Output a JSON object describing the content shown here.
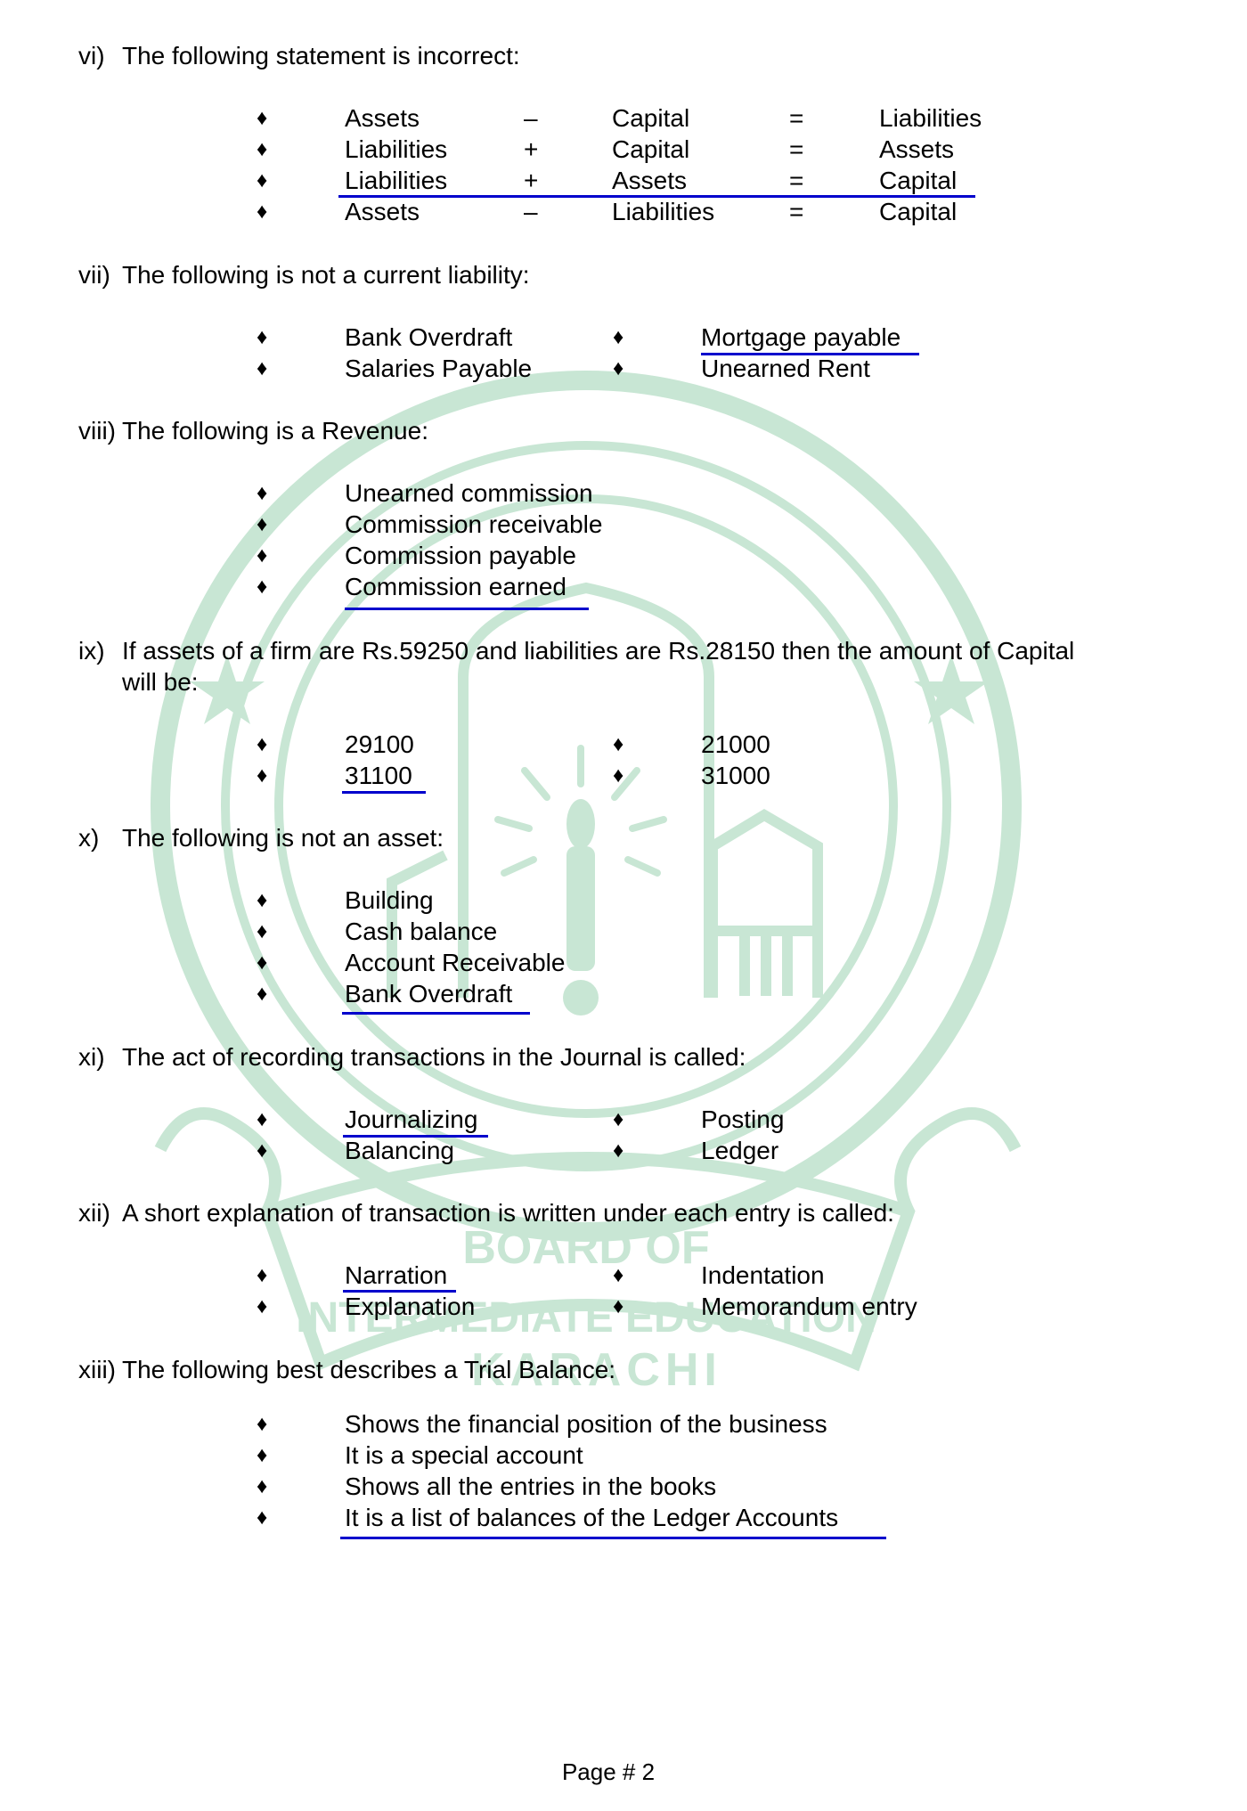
{
  "watermark": {
    "color": "#c8e6d4",
    "line1": "BOARD OF",
    "line2": "INTERMEDIATE EDUCATION",
    "line3": "KARACHI"
  },
  "answer_underline_color": "#0000cc",
  "bullet_glyph": "♦",
  "questions": [
    {
      "number": "vi)",
      "text": "The following statement is incorrect:",
      "options": [
        {
          "a": "Assets",
          "op": "–",
          "b": "Capital",
          "eq": "=",
          "c": "Liabilities"
        },
        {
          "a": "Liabilities",
          "op": "+",
          "b": "Capital",
          "eq": "=",
          "c": "Assets"
        },
        {
          "a": "Liabilities",
          "op": "+",
          "b": "Assets",
          "eq": "=",
          "c": "Capital",
          "answer": true
        },
        {
          "a": "Assets",
          "op": "–",
          "b": "Liabilities",
          "eq": "=",
          "c": "Capital"
        }
      ]
    },
    {
      "number": "vii)",
      "text": "The following is not a current liability:",
      "options": [
        {
          "label": "Bank Overdraft"
        },
        {
          "label": "Mortgage payable",
          "answer": true
        },
        {
          "label": "Salaries Payable"
        },
        {
          "label": "Unearned Rent"
        }
      ]
    },
    {
      "number": "viii)",
      "text": "The following is a Revenue:",
      "options": [
        {
          "label": "Unearned commission"
        },
        {
          "label": "Commission receivable"
        },
        {
          "label": "Commission payable"
        },
        {
          "label": "Commission earned",
          "answer": true
        }
      ]
    },
    {
      "number": "ix)",
      "text": "If assets of a firm are Rs.59250 and liabilities are Rs.28150 then the amount of Capital",
      "text_line2": "will be:",
      "options": [
        {
          "label": "29100"
        },
        {
          "label": "21000"
        },
        {
          "label": "31100",
          "answer": true
        },
        {
          "label": "31000"
        }
      ]
    },
    {
      "number": "x)",
      "text": "The following is not an asset:",
      "options": [
        {
          "label": "Building"
        },
        {
          "label": "Cash balance"
        },
        {
          "label": "Account Receivable"
        },
        {
          "label": "Bank Overdraft",
          "answer": true
        }
      ]
    },
    {
      "number": "xi)",
      "text": "The act of recording transactions in the Journal is called:",
      "options": [
        {
          "label": "Journalizing",
          "answer": true
        },
        {
          "label": "Posting"
        },
        {
          "label": "Balancing"
        },
        {
          "label": "Ledger"
        }
      ]
    },
    {
      "number": "xii)",
      "text": "A short explanation of transaction is written under each entry is called:",
      "options": [
        {
          "label": "Narration",
          "answer": true
        },
        {
          "label": "Indentation"
        },
        {
          "label": "Explanation"
        },
        {
          "label": "Memorandum entry"
        }
      ]
    },
    {
      "number": "xiii)",
      "text": "The following best describes a Trial Balance:",
      "options": [
        {
          "label": "Shows the financial position of the business"
        },
        {
          "label": "It is a special account"
        },
        {
          "label": "Shows all the entries in the books"
        },
        {
          "label": "It is a list of balances of the Ledger Accounts",
          "answer": true
        }
      ]
    }
  ],
  "footer": {
    "page_label": "Page # 2"
  }
}
